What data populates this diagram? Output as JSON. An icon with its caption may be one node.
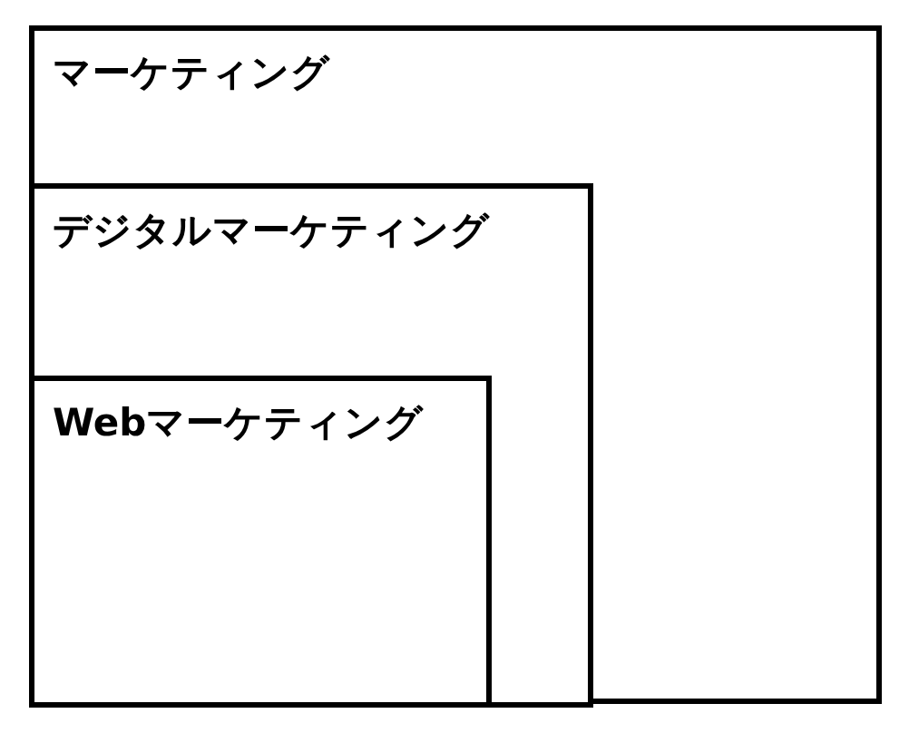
{
  "diagram": {
    "nodes": [
      {
        "text": [
          "マーケティング"
        ]
      },
      {
        "text": [
          "デジタルマーケティング"
        ],
        "in": 0
      },
      {
        "text": [
          "Webマーケティング"
        ],
        "in": 1
      }
    ]
  }
}
